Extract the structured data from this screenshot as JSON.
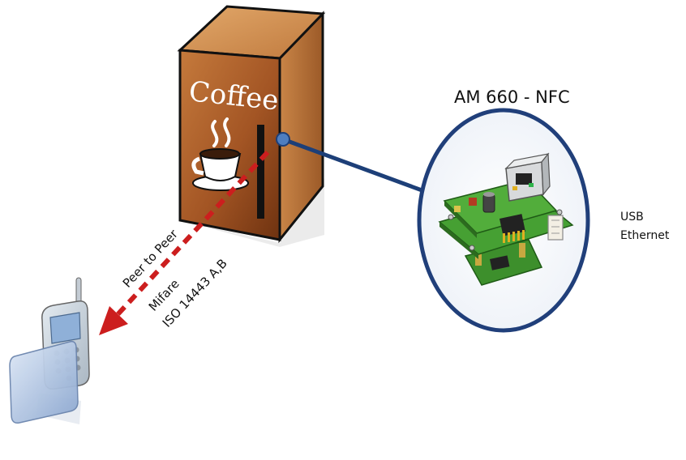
{
  "machine": {
    "label": "Coffee"
  },
  "module": {
    "title": "AM 660 - NFC",
    "interfaces": [
      "USB",
      "Ethernet"
    ]
  },
  "link": {
    "labels": [
      "Peer to Peer",
      "Mifare",
      "ISO 14443 A,B"
    ]
  },
  "colors": {
    "machine_front": "#9a4f20",
    "machine_side": "#b87238",
    "machine_top": "#d08c4e",
    "connector": "#1d3f78",
    "circle_border": "#203f7a",
    "arrow": "#cc1e1e",
    "pcb_green": "#3d8f2c",
    "phone_body": "#c9d3dc",
    "phone_screen": "#8fb0d8"
  },
  "icons": [
    "coffee-cup-icon",
    "mobile-phone-icon",
    "nfc-board-image"
  ]
}
